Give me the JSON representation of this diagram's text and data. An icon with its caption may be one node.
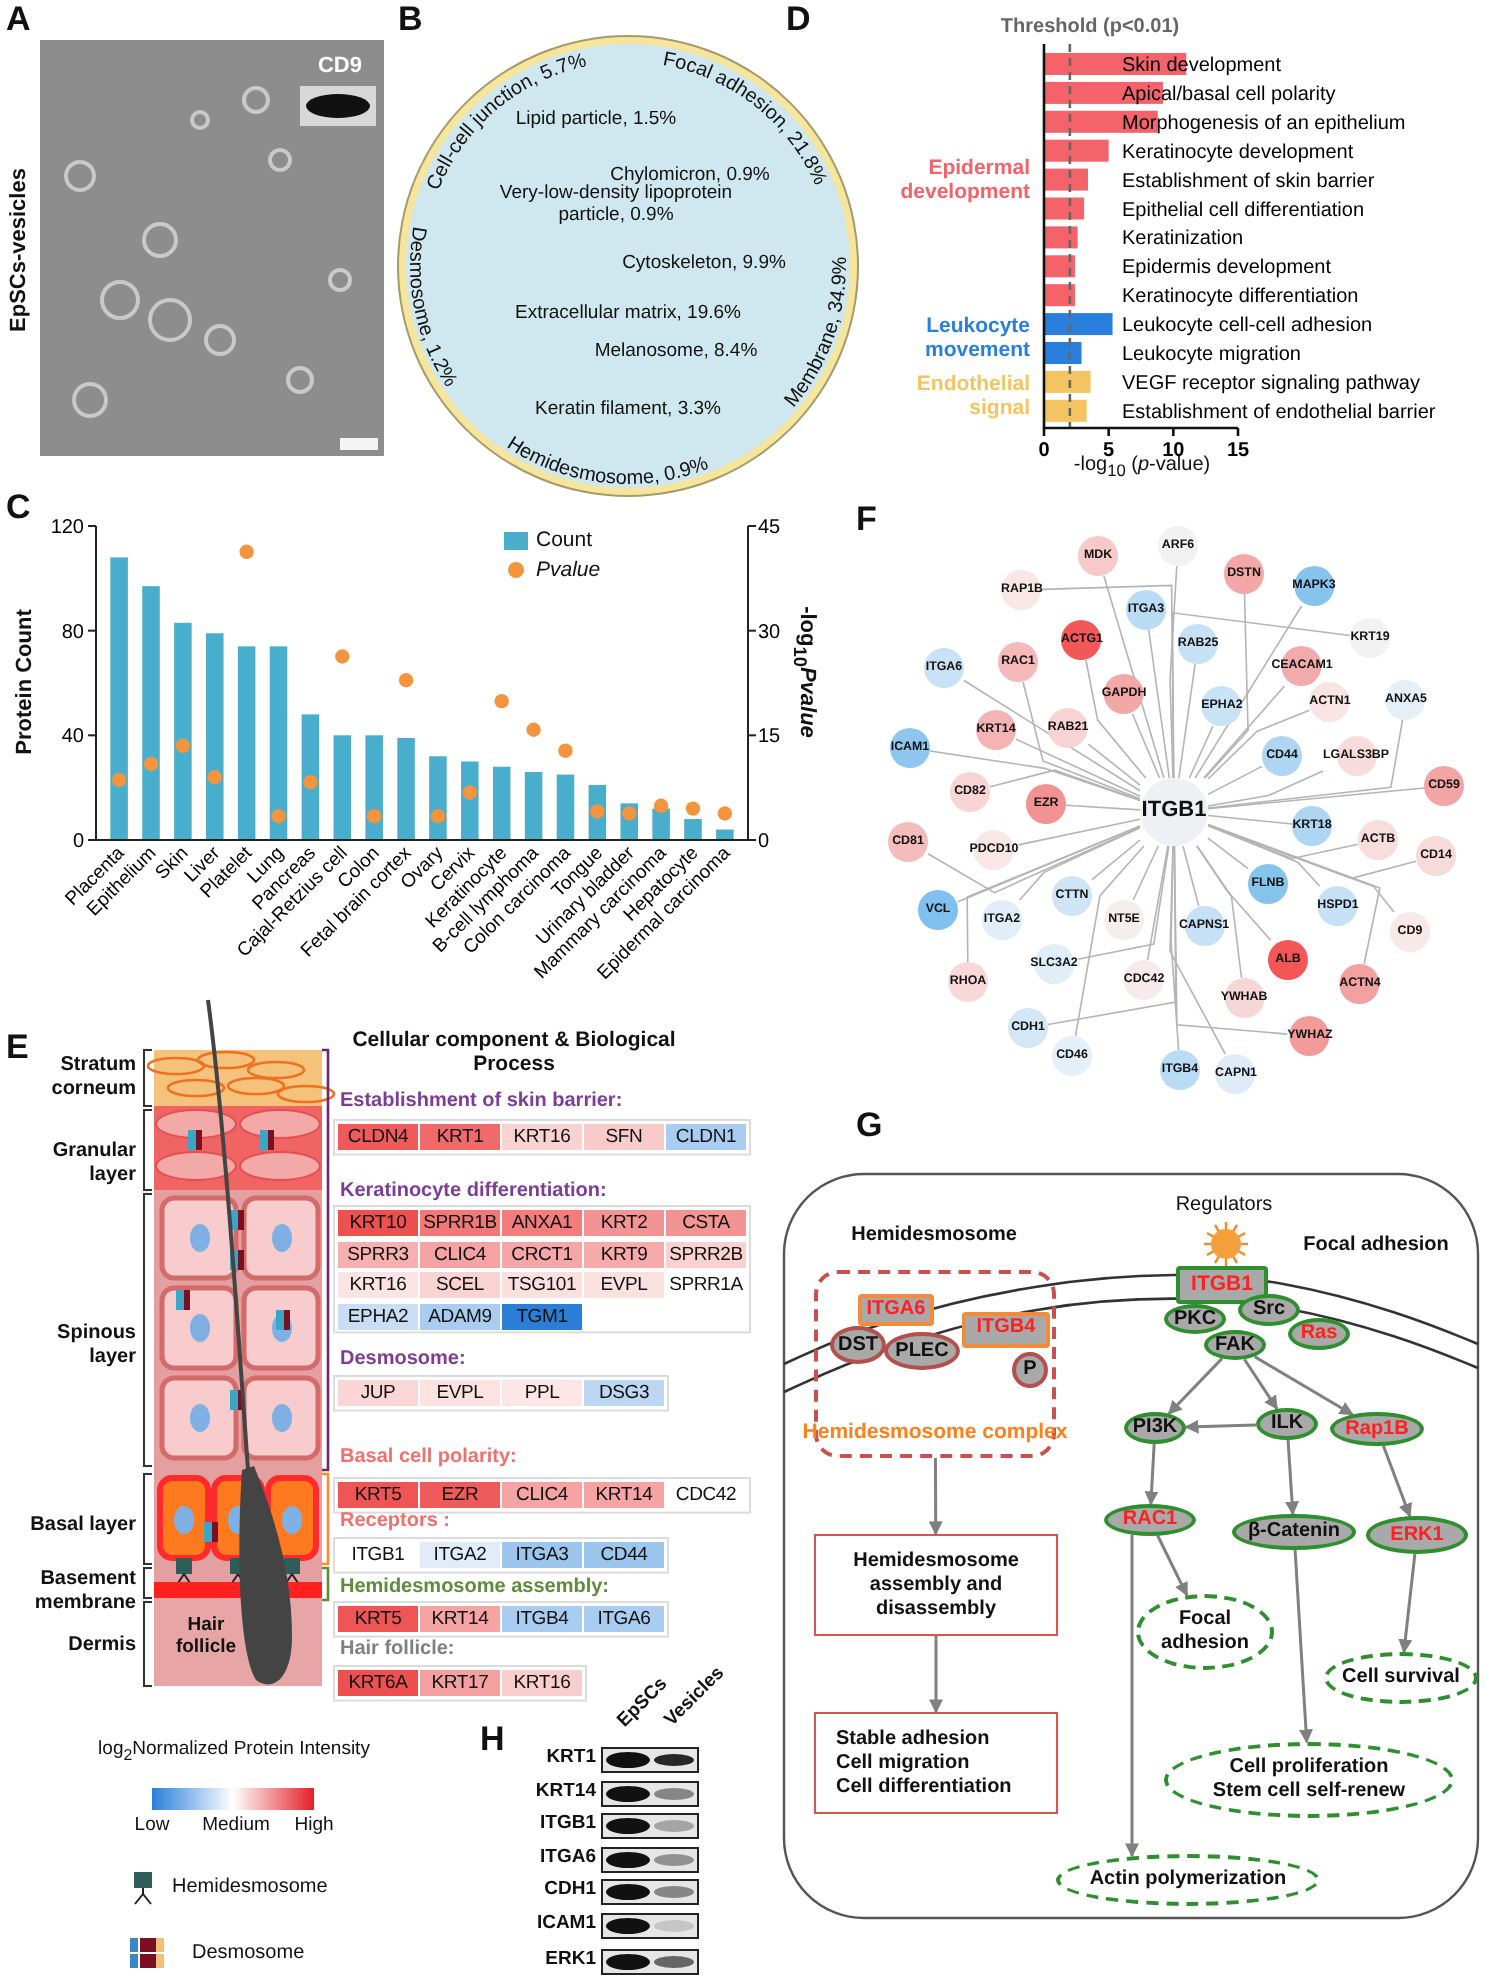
{
  "diagram": {
    "nodes": [
      {
        "text": [
          "ITGB1"
        ]
      },
      {
        "text": [
          "MDK"
        ]
      },
      {
        "text": [
          "ARF6"
        ]
      },
      {
        "text": [
          "DSTN"
        ]
      },
      {
        "text": [
          "MAPK3"
        ]
      },
      {
        "text": [
          "RAP1B"
        ]
      },
      {
        "text": [
          "ITGA3"
        ]
      },
      {
        "text": [
          "ACTG1"
        ]
      },
      {
        "text": [
          "RAB25"
        ]
      },
      {
        "text": [
          "CEACAM1"
        ]
      },
      {
        "text": [
          "KRT19"
        ]
      },
      {
        "text": [
          "ITGA6"
        ]
      },
      {
        "text": [
          "RAC1"
        ]
      },
      {
        "text": [
          "GAPDH"
        ]
      },
      {
        "text": [
          "EPHA2"
        ]
      },
      {
        "text": [
          "ACTN1"
        ]
      },
      {
        "text": [
          "ANXA5"
        ]
      },
      {
        "text": [
          "KRT14"
        ]
      },
      {
        "text": [
          "RAB21"
        ]
      },
      {
        "text": [
          "CD44"
        ]
      },
      {
        "text": [
          "ICAM1"
        ]
      },
      {
        "text": [
          "LGALS3BP"
        ]
      },
      {
        "text": [
          "CD59"
        ]
      },
      {
        "text": [
          "CD82"
        ]
      },
      {
        "text": [
          "EZR"
        ]
      },
      {
        "text": [
          "KRT18"
        ]
      },
      {
        "text": [
          "ACTB"
        ]
      },
      {
        "text": [
          "CD14"
        ]
      },
      {
        "text": [
          "CD81"
        ]
      },
      {
        "text": [
          "PDCD10"
        ]
      },
      {
        "text": [
          "VCL"
        ]
      },
      {
        "text": [
          "CTTN"
        ]
      },
      {
        "text": [
          "FLNB"
        ]
      },
      {
        "text": [
          "ITGA2"
        ]
      },
      {
        "text": [
          "NT5E"
        ]
      },
      {
        "text": [
          "CAPNS1"
        ]
      },
      {
        "text": [
          "HSPD1"
        ]
      },
      {
        "text": [
          "CD9"
        ]
      },
      {
        "text": [
          "ALB"
        ]
      },
      {
        "text": [
          "SLC3A2"
        ]
      },
      {
        "text": [
          "ACTN4"
        ]
      },
      {
        "text": [
          "RHOA"
        ]
      },
      {
        "text": [
          "CDC42"
        ]
      },
      {
        "text": [
          "YWHAB"
        ]
      },
      {
        "text": [
          "CDH1"
        ]
      },
      {
        "text": [
          "YWHAZ"
        ]
      },
      {
        "text": [
          "CD46"
        ]
      },
      {
        "text": [
          "ITGB4"
        ]
      },
      {
        "text": [
          "CAPN1"
        ]
      },
      {
        "text": [
          "Hemidesmosome complex"
        ]
      },
      {
        "text": [
          "ITGA6"
        ],
        "in": 49
      },
      {
        "text": [
          "ITGB4"
        ],
        "in": 49
      },
      {
        "text": [
          "DST"
        ],
        "in": 49
      },
      {
        "text": [
          "PLEC"
        ],
        "in": 49
      },
      {
        "text": [
          "P"
        ],
        "in": 49
      },
      {
        "text": [
          "Hemidesmosome assembly and disassembly"
        ]
      },
      {
        "text": [
          "Stable adhesion",
          "Cell migration",
          "Cell differentiation"
        ]
      },
      {
        "text": [
          "ITGB1"
        ]
      },
      {
        "text": [
          "PKC"
        ]
      },
      {
        "text": [
          "Src"
        ]
      },
      {
        "text": [
          "Ras"
        ]
      },
      {
        "text": [
          "FAK"
        ]
      },
      {
        "text": [
          "PI3K"
        ]
      },
      {
        "text": [
          "ILK"
        ]
      },
      {
        "text": [
          "Rap1B"
        ]
      },
      {
        "text": [
          "RAC1"
        ]
      },
      {
        "text": [
          "β-Catenin"
        ]
      },
      {
        "text": [
          "ERK1"
        ]
      },
      {
        "text": [
          "Focal adhesion"
        ]
      },
      {
        "text": [
          "Cell survival"
        ]
      },
      {
        "text": [
          "Cell proliferation",
          "Stem cell self-renew"
        ]
      },
      {
        "text": [
          "Actin polymerization"
        ]
      }
    ],
    "edges": [
      {
        "from": 0,
        "to": 1,
        "arrow": "none"
      },
      {
        "from": 0,
        "to": 2,
        "arrow": "none"
      },
      {
        "from": 0,
        "to": 3,
        "arrow": "none"
      },
      {
        "from": 0,
        "to": 4,
        "arrow": "none"
      },
      {
        "from": 0,
        "to": 5,
        "arrow": "none"
      },
      {
        "from": 0,
        "to": 6,
        "arrow": "none"
      },
      {
        "from": 0,
        "to": 7,
        "arrow": "none"
      },
      {
        "from": 0,
        "to": 8,
        "arrow": "none"
      },
      {
        "from": 0,
        "to": 9,
        "arrow": "none"
      },
      {
        "from": 0,
        "to": 10,
        "arrow": "none"
      },
      {
        "from": 0,
        "to": 11,
        "arrow": "none"
      },
      {
        "from": 0,
        "to": 12,
        "arrow": "none"
      },
      {
        "from": 0,
        "to": 13,
        "arrow": "none"
      },
      {
        "from": 0,
        "to": 14,
        "arrow": "none"
      },
      {
        "from": 0,
        "to": 15,
        "arrow": "none"
      },
      {
        "from": 0,
        "to": 16,
        "arrow": "none"
      },
      {
        "from": 0,
        "to": 17,
        "arrow": "none"
      },
      {
        "from": 0,
        "to": 18,
        "arrow": "none"
      },
      {
        "from": 0,
        "to": 19,
        "arrow": "none"
      },
      {
        "from": 0,
        "to": 20,
        "arrow": "none"
      },
      {
        "from": 0,
        "to": 21,
        "arrow": "none"
      },
      {
        "from": 0,
        "to": 22,
        "arrow": "none"
      },
      {
        "from": 0,
        "to": 23,
        "arrow": "none"
      },
      {
        "from": 0,
        "to": 24,
        "arrow": "none"
      },
      {
        "from": 0,
        "to": 25,
        "arrow": "none"
      },
      {
        "from": 0,
        "to": 26,
        "arrow": "none"
      },
      {
        "from": 0,
        "to": 27,
        "arrow": "none"
      },
      {
        "from": 0,
        "to": 28,
        "arrow": "none"
      },
      {
        "from": 0,
        "to": 29,
        "arrow": "none"
      },
      {
        "from": 0,
        "to": 30,
        "arrow": "none"
      },
      {
        "from": 0,
        "to": 31,
        "arrow": "none"
      },
      {
        "from": 0,
        "to": 32,
        "arrow": "none"
      },
      {
        "from": 0,
        "to": 33,
        "arrow": "none"
      },
      {
        "from": 0,
        "to": 34,
        "arrow": "none"
      },
      {
        "from": 0,
        "to": 35,
        "arrow": "none"
      },
      {
        "from": 0,
        "to": 36,
        "arrow": "none"
      },
      {
        "from": 0,
        "to": 37,
        "arrow": "none"
      },
      {
        "from": 0,
        "to": 38,
        "arrow": "none"
      },
      {
        "from": 0,
        "to": 39,
        "arrow": "none"
      },
      {
        "from": 0,
        "to": 40,
        "arrow": "none"
      },
      {
        "from": 0,
        "to": 41,
        "arrow": "none"
      },
      {
        "from": 0,
        "to": 42,
        "arrow": "none"
      },
      {
        "from": 0,
        "to": 43,
        "arrow": "none"
      },
      {
        "from": 0,
        "to": 44,
        "arrow": "none"
      },
      {
        "from": 0,
        "to": 45,
        "arrow": "none"
      },
      {
        "from": 0,
        "to": 46,
        "arrow": "none"
      },
      {
        "from": 0,
        "to": 47,
        "arrow": "none"
      },
      {
        "from": 0,
        "to": 48,
        "arrow": "none"
      },
      {
        "from": 49,
        "to": 55,
        "arrow": "to",
        "color": "#808080"
      },
      {
        "from": 55,
        "to": 56,
        "arrow": "to",
        "color": "#808080"
      },
      {
        "from": 61,
        "to": 62,
        "arrow": "to",
        "color": "#808080"
      },
      {
        "from": 61,
        "to": 63,
        "arrow": "to",
        "color": "#808080"
      },
      {
        "from": 61,
        "to": 64,
        "arrow": "to",
        "color": "#808080"
      },
      {
        "from": 63,
        "to": 62,
        "arrow": "to",
        "color": "#808080"
      },
      {
        "from": 62,
        "to": 65,
        "arrow": "to",
        "color": "#808080"
      },
      {
        "from": 65,
        "to": 68,
        "arrow": "to",
        "color": "#808080"
      },
      {
        "from": 65,
        "to": 71,
        "arrow": "to",
        "color": "#808080"
      },
      {
        "from": 63,
        "to": 66,
        "arrow": "to",
        "color": "#808080"
      },
      {
        "from": 66,
        "to": 70,
        "arrow": "to",
        "color": "#808080"
      },
      {
        "from": 64,
        "to": 67,
        "arrow": "to",
        "color": "#808080"
      },
      {
        "from": 67,
        "to": 69,
        "arrow": "to",
        "color": "#808080"
      }
    ],
    "labels": [
      "A",
      "CD9",
      "EpSCs-vesicles",
      "B",
      "Cell-cell junction, 5.7%",
      "Focal adhesion, 21.8%",
      "Lipid particle, 1.5%",
      "Chylomicron, 0.9%",
      "Very-low-density lipoprotein particle, 0.9%",
      "Desmosome, 1.2%",
      "Cytoskeleton, 9.9%",
      "Membrane, 34.9%",
      "Extracellular matrix, 19.6%",
      "Melanosome, 8.4%",
      "Keratin filament, 3.3%",
      "Hemidesmosome, 0.9%",
      "D",
      "C",
      "F",
      "E",
      "Stratum corneum",
      "Cellular component & Biological Process",
      "Establishment of skin barrier:",
      "CLDN4",
      "KRT1",
      "KRT16",
      "SFN",
      "CLDN1",
      "Granular layer",
      "Keratinocyte differentiation:",
      "KRT10",
      "SPRR1B",
      "ANXA1",
      "KRT2",
      "CSTA",
      "SPRR3",
      "CLIC4",
      "CRCT1",
      "KRT9",
      "SPRR2B",
      "KRT16",
      "SCEL",
      "TSG101",
      "EVPL",
      "SPRR1A",
      "EPHA2",
      "ADAM9",
      "TGM1",
      "Spinous layer",
      "Desmosome:",
      "JUP",
      "EVPL",
      "PPL",
      "DSG3",
      "Basal cell polarity:",
      "KRT5",
      "EZR",
      "CLIC4",
      "KRT14",
      "CDC42",
      "Basal layer",
      "Receptors :",
      "ITGB1",
      "ITGA2",
      "ITGA3",
      "CD44",
      "Basement membrane",
      "Hemidesmosome assembly:",
      "KRT5",
      "KRT14",
      "ITGB4",
      "ITGA6",
      "Dermis",
      "Hair follicle",
      "Hair follicle:",
      "KRT6A",
      "KRT17",
      "KRT16",
      "G",
      "Regulators",
      "Hemidesmosome",
      "Focal adhesion",
      "log$_{2}$Normalized Protein Intensity",
      "Low",
      "Medium",
      "High",
      "H",
      "EpSCs",
      "Vesicles",
      "KRT1",
      "KRT14",
      "ITGB1",
      "ITGA6",
      "CDH1",
      "ICAM1",
      "ERK1"
    ],
    "legend": [
      {
        "text": "Hemidesmosome"
      },
      {
        "text": "Desmosome"
      }
    ],
    "chart_data": [
      {
        "type": "bar",
        "orientation": "horizontal",
        "xlabel": "-log$_{10}$ (*p*-value)",
        "categories": [
          "Skin development",
          "Apical/basal cell polarity",
          "Morphogenesis of an epithelium",
          "Keratinocyte development",
          "Establishment of skin barrier",
          "Epithelial cell differentiation",
          "Keratinization",
          "Epidermis development",
          "Keratinocyte differentiation",
          "Leukocyte cell-cell adhesion",
          "Leukocyte migration",
          "VEGF receptor signaling pathway",
          "Establishment of endothelial barrier"
        ],
        "series": [
          {
            "name": "Epidermal development",
            "color": "#f4626a",
            "values": [
              11,
              9.2,
              8.8,
              5,
              3.4,
              3.1,
              2.6,
              2.4,
              2.4,
              null,
              null,
              null,
              null
            ]
          },
          {
            "name": "Leukocyte movement",
            "color": "#2a7fdc",
            "values": [
              null,
              null,
              null,
              null,
              null,
              null,
              null,
              null,
              null,
              5.3,
              2.9,
              null,
              null
            ]
          },
          {
            "name": "Endothelial signal",
            "color": "#f5c462",
            "values": [
              null,
              null,
              null,
              null,
              null,
              null,
              null,
              null,
              null,
              null,
              null,
              3.6,
              3.3
            ]
          }
        ],
        "xlim": [
          0,
          15
        ],
        "xticks": [
          0,
          5,
          10,
          15
        ],
        "ref_lines": [
          {
            "axis": "x",
            "value": 2,
            "label": "Threshold (p<0.01)"
          }
        ]
      },
      {
        "type": "bar",
        "ylabel": "Protein Count",
        "y2label": "-log$_{10}$*Pvalue*",
        "categories": [
          "Placenta",
          "Epithelium",
          "Skin",
          "Liver",
          "Platelet",
          "Lung",
          "Pancreas",
          "Cajal-Retzius cell",
          "Colon",
          "Fetal brain cortex",
          "Ovary",
          "Cervix",
          "Keratinocyte",
          "B-cell lymphoma",
          "Colon carcinoma",
          "Tongue",
          "Urinary bladder",
          "Mammary carcinoma",
          "Hepatocyte",
          "Epidermal carcinoma"
        ],
        "series": [
          {
            "name": "Count",
            "color": "#48aecb",
            "type": "bar",
            "values": [
              108,
              97,
              83,
              79,
              74,
              74,
              48,
              40,
              40,
              39,
              32,
              30,
              28,
              26,
              25,
              21,
              14,
              12,
              8,
              4
            ]
          },
          {
            "name": "Pvalue",
            "color": "#f5943f",
            "type": "scatter",
            "axis": "y2",
            "values": [
              8.6,
              10.9,
              13.5,
              9,
              41.3,
              3.4,
              8.3,
              26.3,
              3.4,
              22.9,
              3.4,
              6.8,
              19.9,
              15.8,
              12.8,
              4.1,
              3.8,
              4.9,
              4.5,
              3.8
            ]
          }
        ],
        "ylim": [
          0,
          120
        ],
        "yticks": [
          0,
          40,
          80,
          120
        ],
        "y2lim": [
          0,
          45
        ],
        "y2ticks": [
          0,
          15,
          30,
          45
        ]
      }
    ]
  }
}
